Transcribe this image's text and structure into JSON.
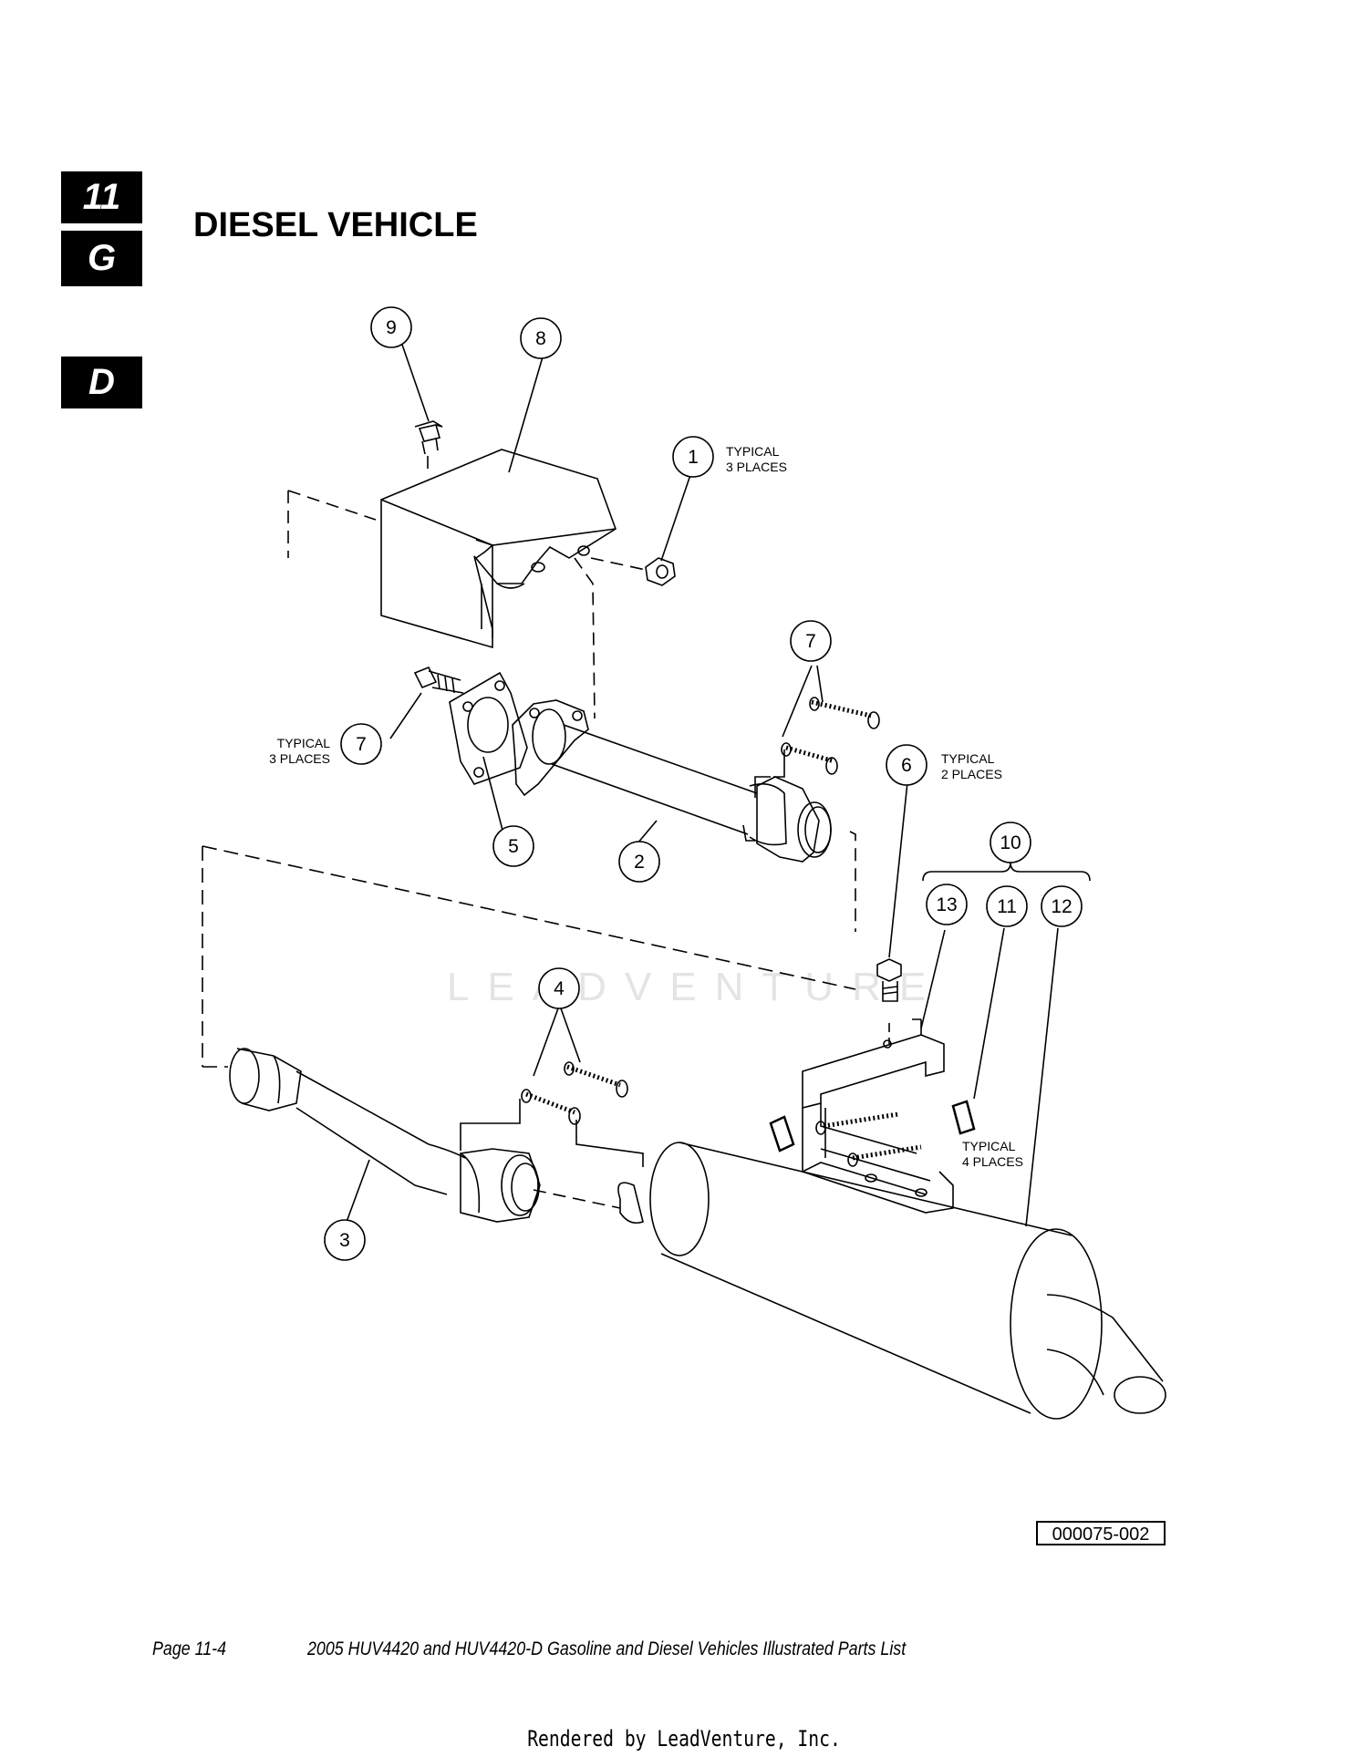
{
  "tabs": {
    "section": "11",
    "group": "G",
    "variant": "D"
  },
  "title": "DIESEL VEHICLE",
  "callouts": [
    "9",
    "8",
    "1",
    "7",
    "7",
    "6",
    "5",
    "2",
    "10",
    "13",
    "11",
    "12",
    "4",
    "3"
  ],
  "notes": {
    "n1_line1": "TYPICAL",
    "n1_line2": "3 PLACES",
    "n7_line1": "TYPICAL",
    "n7_line2": "3 PLACES",
    "n6_line1": "TYPICAL",
    "n6_line2": "2 PLACES",
    "n11_line1": "TYPICAL",
    "n11_line2": "4 PLACES"
  },
  "watermark": "LEADVENTURE",
  "drawing_number": "000075-002",
  "footer": {
    "page": "Page 11-4",
    "doc_title": "2005 HUV4420 and HUV4420-D Gasoline and Diesel Vehicles Illustrated Parts List"
  },
  "rendered_by": "Rendered by LeadVenture, Inc."
}
